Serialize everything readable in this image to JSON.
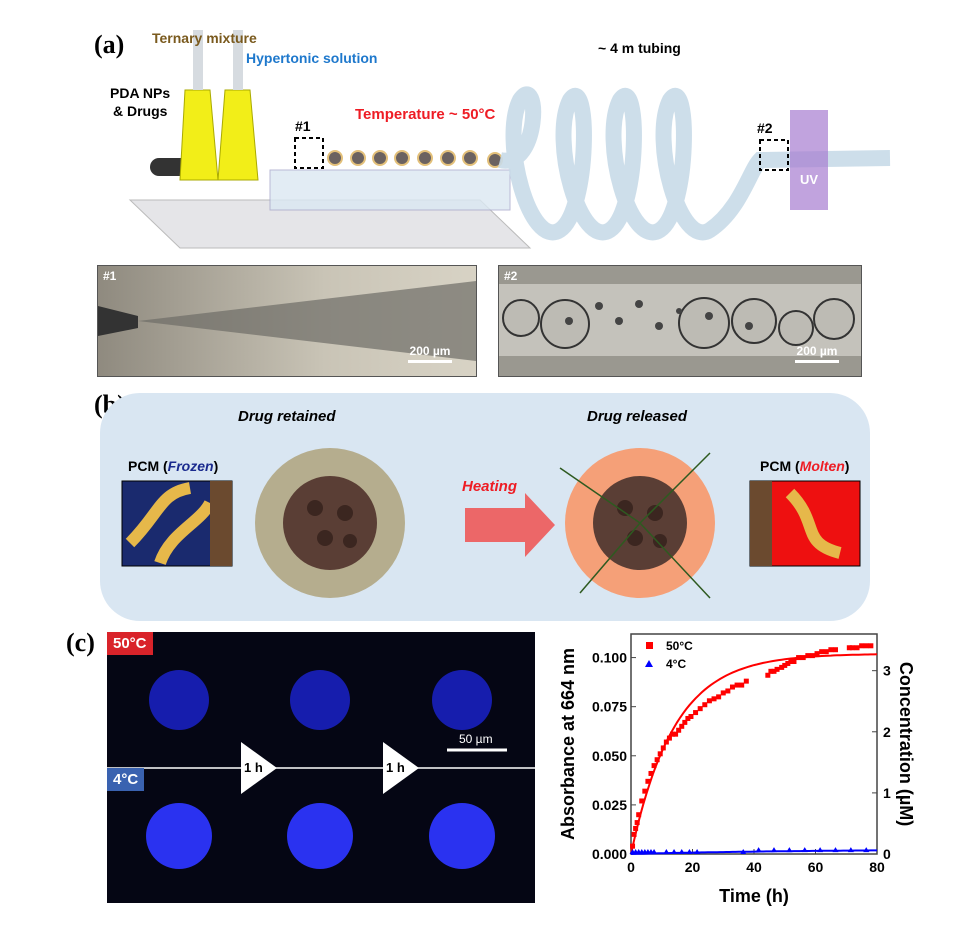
{
  "panel_a": {
    "label": "(a)",
    "ternary": "Ternary mixture",
    "hypertonic": "Hypertonic solution",
    "pda": "PDA NPs",
    "drugs": "& Drugs",
    "temperature": "Temperature ~ 50°C",
    "tubing": "~ 4 m tubing",
    "marker1": "#1",
    "marker2": "#2",
    "uv": "UV",
    "micro1_label": "#1",
    "micro2_label": "#2",
    "scale1": "200 µm",
    "scale2": "200 µm"
  },
  "panel_b": {
    "label": "(b)",
    "retained": "Drug retained",
    "released": "Drug released",
    "heating": "Heating",
    "pcm_frozen_prefix": "PCM (",
    "pcm_frozen_state": "Frozen",
    "pcm_frozen_suffix": ")",
    "pcm_molten_prefix": "PCM (",
    "pcm_molten_state": "Molten",
    "pcm_molten_suffix": ")"
  },
  "panel_c": {
    "label": "(c)",
    "tag_hot": "50°C",
    "tag_cold": "4°C",
    "step1": "1 h",
    "step2": "1 h",
    "scale": "50 µm",
    "colors": {
      "hot": "#d9232a",
      "cold": "#3a62b0"
    }
  },
  "chart_data": {
    "type": "scatter",
    "xlabel": "Time (h)",
    "ylabel": "Absorbance at 664 nm",
    "y2label": "Concentration (µM)",
    "xlim": [
      0,
      80
    ],
    "ylim": [
      0,
      0.112
    ],
    "y2lim": [
      0,
      3.6
    ],
    "xticks": [
      0,
      20,
      40,
      60,
      80
    ],
    "yticks": [
      "0.000",
      "0.025",
      "0.050",
      "0.075",
      "0.100"
    ],
    "y2ticks": [
      0,
      1,
      2,
      3
    ],
    "legend": "top-left",
    "grid": false,
    "series": [
      {
        "name": "50°C",
        "color": "#ff0000",
        "marker": "square",
        "x": [
          0.5,
          1,
          1.5,
          2,
          2.5,
          3.5,
          4.5,
          5.5,
          6.5,
          7.5,
          8.5,
          9.5,
          10.5,
          11.5,
          12.5,
          13.5,
          14.5,
          15.5,
          16.5,
          17.5,
          18.5,
          19.5,
          21,
          22.5,
          24,
          25.5,
          27,
          28.5,
          30,
          31.5,
          33,
          34.5,
          36,
          37.5,
          44.5,
          45.5,
          46.5,
          47.5,
          49,
          50,
          51,
          52,
          53,
          54.5,
          56,
          57.5,
          59,
          60.5,
          62,
          63.5,
          65,
          66.5,
          71,
          72,
          73.5,
          75,
          76.5,
          78
        ],
        "y": [
          0.004,
          0.01,
          0.013,
          0.016,
          0.02,
          0.027,
          0.032,
          0.037,
          0.041,
          0.045,
          0.048,
          0.051,
          0.054,
          0.057,
          0.059,
          0.061,
          0.061,
          0.063,
          0.065,
          0.067,
          0.069,
          0.07,
          0.072,
          0.074,
          0.076,
          0.078,
          0.079,
          0.08,
          0.082,
          0.083,
          0.085,
          0.086,
          0.086,
          0.088,
          0.091,
          0.093,
          0.093,
          0.094,
          0.095,
          0.096,
          0.097,
          0.098,
          0.098,
          0.1,
          0.1,
          0.101,
          0.101,
          0.102,
          0.103,
          0.103,
          0.104,
          0.104,
          0.105,
          0.105,
          0.105,
          0.106,
          0.106,
          0.106
        ]
      },
      {
        "name": "4°C",
        "color": "#0000ff",
        "marker": "triangle",
        "x": [
          0.5,
          1.5,
          2.5,
          3.5,
          4.5,
          5.5,
          6.5,
          7.5,
          11.5,
          14,
          16.5,
          19,
          21.5,
          36.5,
          41.5,
          46.5,
          51.5,
          56.5,
          61.5,
          66.5,
          71.5,
          76.5
        ],
        "y": [
          0.001,
          0.001,
          0.001,
          0.001,
          0.001,
          0.001,
          0.001,
          0.001,
          0.001,
          0.001,
          0.001,
          0.001,
          0.001,
          0.001,
          0.002,
          0.002,
          0.002,
          0.002,
          0.002,
          0.002,
          0.002,
          0.002
        ]
      }
    ],
    "fits": [
      {
        "name": "50°C fit",
        "color": "#ff0000",
        "amplitude": 0.102,
        "tau_h": 14
      },
      {
        "name": "4°C fit",
        "color": "#0000ff",
        "amplitude": 0.0025,
        "tau_h": 60
      }
    ]
  }
}
